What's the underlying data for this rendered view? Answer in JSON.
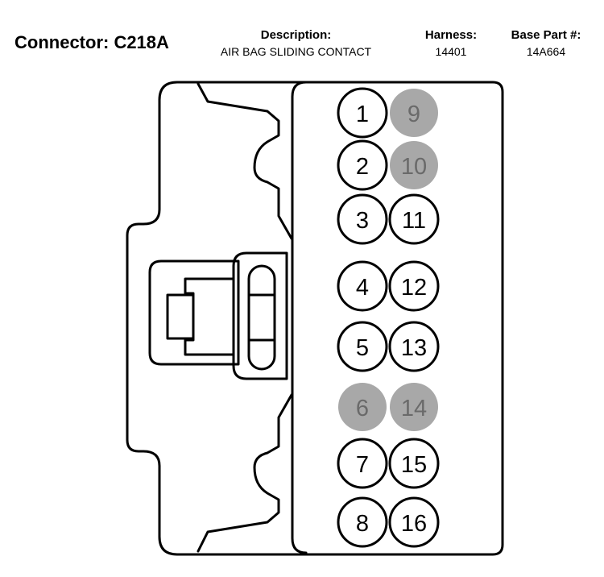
{
  "header": {
    "connector_label": "Connector: C218A",
    "description_label": "Description:",
    "description_value": "AIR BAG SLIDING CONTACT",
    "harness_label": "Harness:",
    "harness_value": "14401",
    "base_part_label": "Base Part #:",
    "base_part_value": "14A664"
  },
  "colors": {
    "outline": "#000000",
    "pin_used_fill": "#ffffff",
    "pin_unused_fill": "#a8a8a8",
    "pin_unused_text": "#6a6a6a"
  },
  "pins": [
    {
      "number": "1",
      "populated": true
    },
    {
      "number": "2",
      "populated": true
    },
    {
      "number": "3",
      "populated": true
    },
    {
      "number": "4",
      "populated": true
    },
    {
      "number": "5",
      "populated": true
    },
    {
      "number": "6",
      "populated": false
    },
    {
      "number": "7",
      "populated": true
    },
    {
      "number": "8",
      "populated": true
    },
    {
      "number": "9",
      "populated": false
    },
    {
      "number": "10",
      "populated": false
    },
    {
      "number": "11",
      "populated": true
    },
    {
      "number": "12",
      "populated": true
    },
    {
      "number": "13",
      "populated": true
    },
    {
      "number": "14",
      "populated": false
    },
    {
      "number": "15",
      "populated": true
    },
    {
      "number": "16",
      "populated": true
    }
  ]
}
